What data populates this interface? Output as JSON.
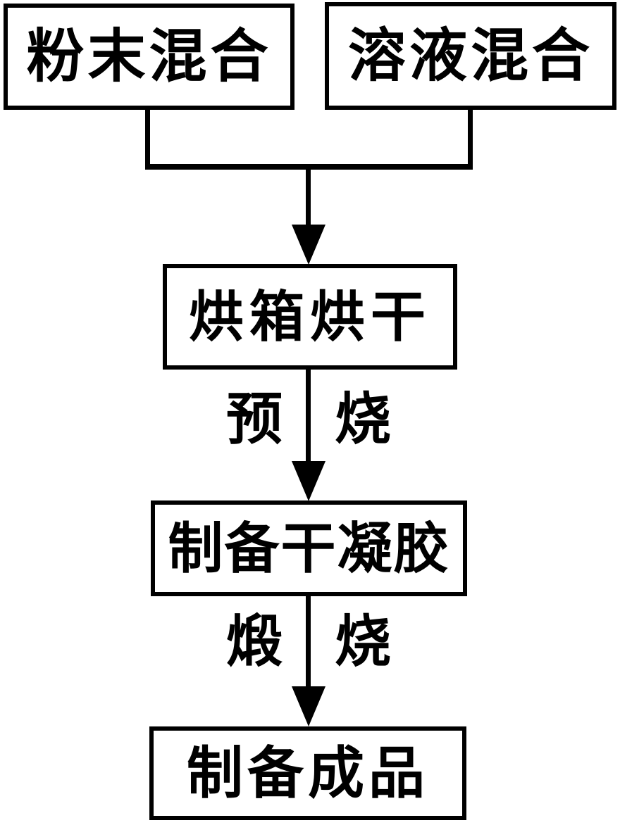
{
  "diagram": {
    "type": "flowchart",
    "direction": "top-down",
    "colors": {
      "background": "#ffffff",
      "line": "#000000",
      "box_border": "#000000",
      "text": "#000000"
    },
    "nodes": [
      {
        "id": "powder-mixing",
        "label": "粉末混合"
      },
      {
        "id": "solution-mixing",
        "label": "溶液混合"
      },
      {
        "id": "oven-drying",
        "label": "烘箱烘干"
      },
      {
        "id": "dry-gel-preparation",
        "label": "制备干凝胶"
      },
      {
        "id": "final-product-preparation",
        "label": "制备成品"
      }
    ],
    "edges": [
      {
        "from": "powder-mixing",
        "to": "oven-drying",
        "label": ""
      },
      {
        "from": "solution-mixing",
        "to": "oven-drying",
        "label": ""
      },
      {
        "from": "oven-drying",
        "to": "dry-gel-preparation",
        "label_left": "预",
        "label_right": "烧",
        "label": "预烧"
      },
      {
        "from": "dry-gel-preparation",
        "to": "final-product-preparation",
        "label_left": "煅",
        "label_right": "烧",
        "label": "煅烧"
      }
    ]
  }
}
